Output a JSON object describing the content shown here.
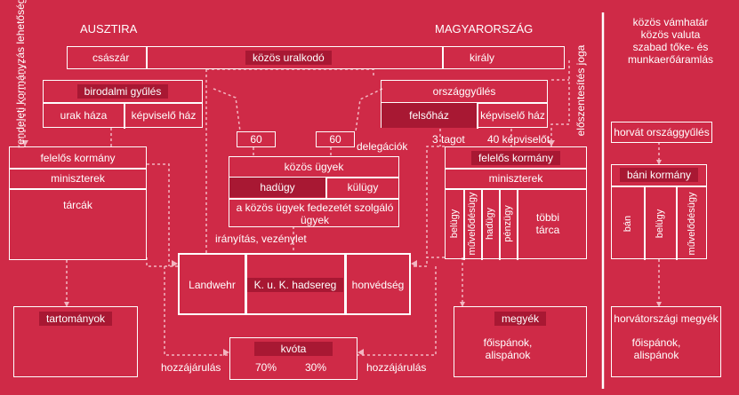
{
  "headers": {
    "austria": "AUSZTIRA",
    "hungary": "MAGYARORSZÁG"
  },
  "side_labels": {
    "left": "rendeleti kormányzás lehetősége",
    "right": "előszentesítés joga"
  },
  "top_row": {
    "emperor": "császár",
    "common_ruler": "közös uralkodó",
    "king": "király"
  },
  "reichsrat": {
    "title": "birodalmi gyűlés",
    "upper": "urak háza",
    "lower": "képviselő ház"
  },
  "parliament": {
    "title": "országgyűlés",
    "upper": "felsőház",
    "lower": "képviselő ház"
  },
  "delegations": {
    "left_count": "60",
    "right_count": "60",
    "label": "delegációk",
    "members_upper": "3 tagot",
    "members_lower": "40 képviselőt"
  },
  "common_affairs": {
    "title": "közös ügyek",
    "war": "hadügy",
    "foreign": "külügy",
    "finance": "a közös ügyek fedezetét szolgáló ügyek"
  },
  "austrian_gov": {
    "title": "felelős kormány",
    "ministers": "miniszterek",
    "portfolios": "tárcák"
  },
  "hungarian_gov": {
    "title": "felelős kormány",
    "ministers": "miniszterek",
    "portfolios": [
      "belügy",
      "művelődésügy",
      "hadügy",
      "pénzügy"
    ],
    "other": "többi tárca"
  },
  "command_label": "irányítás, vezénylet",
  "armed_forces": {
    "landwehr": "Landwehr",
    "army": "K. u. K. hadsereg",
    "honved": "honvédség"
  },
  "provinces": "tartományok",
  "counties": {
    "title": "megyék",
    "officials": "főispánok, alispánok"
  },
  "quota": {
    "title": "kvóta",
    "austria_share": "70%",
    "hungary_share": "30%",
    "contribution_left": "hozzájárulás",
    "contribution_right": "hozzájárulás"
  },
  "croatia": {
    "notes": [
      "közös vámhatár",
      "közös valuta",
      "szabad tőke- és",
      "munkaerőáramlás"
    ],
    "parliament": "horvát országgyűlés",
    "gov": "báni kormány",
    "portfolios": [
      "bán",
      "belügy",
      "művelődésügy"
    ],
    "counties_title": "horvátországi megyék",
    "officials": "főispánok, alispánok"
  }
}
